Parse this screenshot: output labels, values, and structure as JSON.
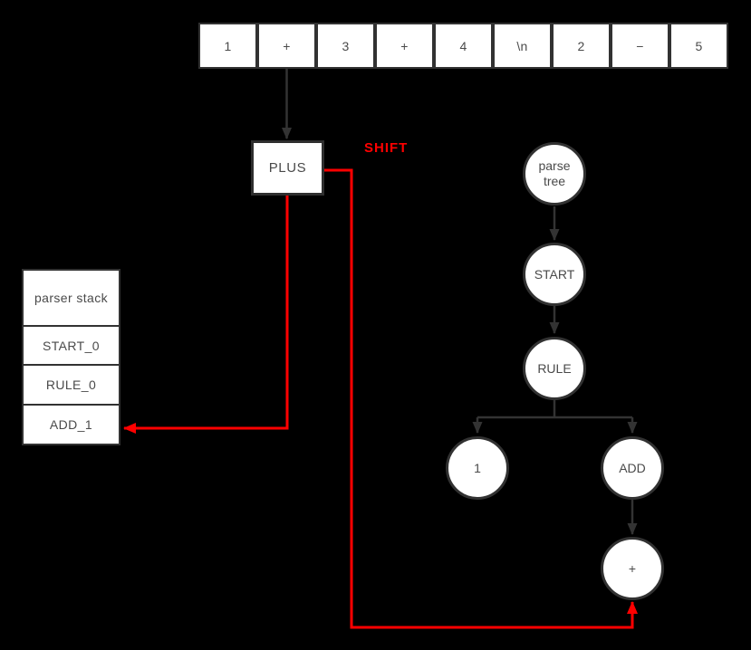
{
  "colors": {
    "background": "#000000",
    "box_fill": "#ffffff",
    "stroke": "#333333",
    "text": "#4a4a4a",
    "accent": "#ff0000"
  },
  "tokens": [
    "1",
    "+",
    "3",
    "+",
    "4",
    "\\n",
    "2",
    "−",
    "5"
  ],
  "current_state": {
    "label": "PLUS"
  },
  "annotations": {
    "action_label": "SHIFT",
    "action_color": "#ff0000",
    "red_arrow_targets": [
      "ADD_1",
      "+"
    ]
  },
  "parser_stack": {
    "title": "parser stack",
    "items": [
      "START_0",
      "RULE_0",
      "ADD_1"
    ]
  },
  "parse_tree": {
    "nodes": [
      {
        "id": "parse-tree",
        "label": "parse tree"
      },
      {
        "id": "start",
        "label": "START"
      },
      {
        "id": "rule",
        "label": "RULE"
      },
      {
        "id": "one",
        "label": "1"
      },
      {
        "id": "add",
        "label": "ADD"
      },
      {
        "id": "plus",
        "label": "+"
      }
    ],
    "edges": [
      "parse-tree→start",
      "start→rule",
      "rule→one",
      "rule→add",
      "add→plus"
    ]
  }
}
